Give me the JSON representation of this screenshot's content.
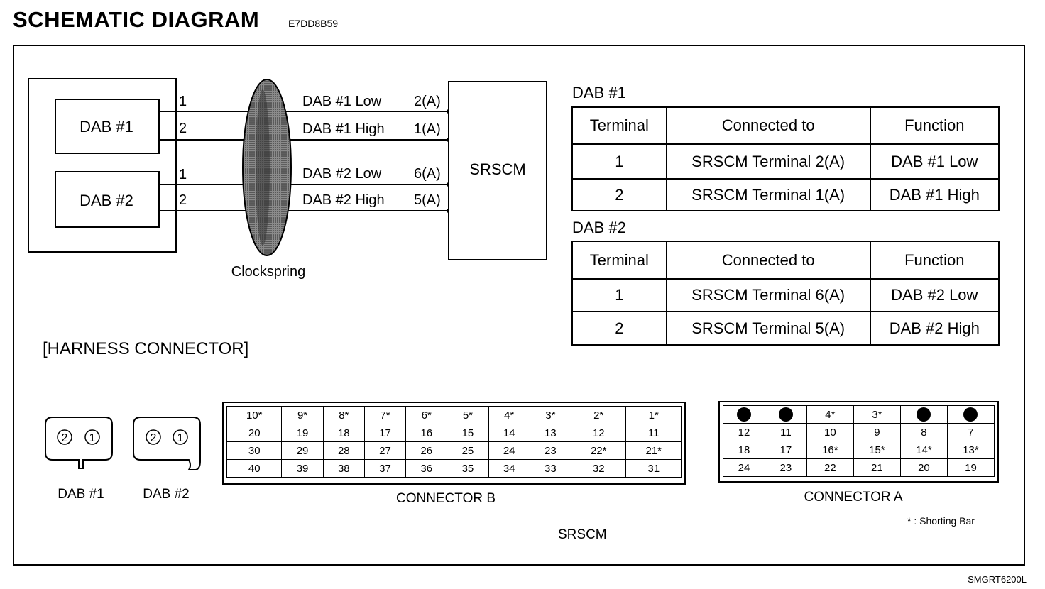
{
  "page": {
    "title": "SCHEMATIC DIAGRAM",
    "doc_code": "E7DD8B59",
    "figure_code": "SMGRT6200L"
  },
  "schematic": {
    "dab1_label": "DAB #1",
    "dab2_label": "DAB #2",
    "dab1_pin1": "1",
    "dab1_pin2": "2",
    "dab2_pin1": "1",
    "dab2_pin2": "2",
    "clockspring_label": "Clockspring",
    "module_label": "SRSCM",
    "wires": [
      {
        "name": "DAB #1 Low",
        "terminal": "2(A)"
      },
      {
        "name": "DAB #1 High",
        "terminal": "1(A)"
      },
      {
        "name": "DAB #2 Low",
        "terminal": "6(A)"
      },
      {
        "name": "DAB #2 High",
        "terminal": "5(A)"
      }
    ]
  },
  "tables": {
    "dab1": {
      "title": "DAB #1",
      "headers": [
        "Terminal",
        "Connected to",
        "Function"
      ],
      "rows": [
        [
          "1",
          "SRSCM Terminal 2(A)",
          "DAB #1 Low"
        ],
        [
          "2",
          "SRSCM Terminal 1(A)",
          "DAB #1 High"
        ]
      ]
    },
    "dab2": {
      "title": "DAB #2",
      "headers": [
        "Terminal",
        "Connected to",
        "Function"
      ],
      "rows": [
        [
          "1",
          "SRSCM Terminal 6(A)",
          "DAB #2 Low"
        ],
        [
          "2",
          "SRSCM Terminal 5(A)",
          "DAB #2 High"
        ]
      ]
    }
  },
  "harness": {
    "title": "[HARNESS CONNECTOR]",
    "dab1_connector": {
      "pins": [
        "2",
        "1"
      ],
      "label": "DAB #1"
    },
    "dab2_connector": {
      "pins": [
        "2",
        "1"
      ],
      "label": "DAB #2"
    },
    "connector_b": {
      "label": "CONNECTOR B",
      "rows": [
        [
          "10*",
          "9*",
          "8*",
          "7*",
          "6*",
          "5*",
          "4*",
          "3*",
          "2*",
          "1*"
        ],
        [
          "20",
          "19",
          "18",
          "17",
          "16",
          "15",
          "14",
          "13",
          "12",
          "11"
        ],
        [
          "30",
          "29",
          "28",
          "27",
          "26",
          "25",
          "24",
          "23",
          "22*",
          "21*"
        ],
        [
          "40",
          "39",
          "38",
          "37",
          "36",
          "35",
          "34",
          "33",
          "32",
          "31"
        ]
      ]
    },
    "connector_a": {
      "label": "CONNECTOR A",
      "rows": [
        [
          "●",
          "●",
          "4*",
          "3*",
          "●",
          "●"
        ],
        [
          "12",
          "11",
          "10",
          "9",
          "8",
          "7"
        ],
        [
          "18",
          "17",
          "16*",
          "15*",
          "14*",
          "13*"
        ],
        [
          "24",
          "23",
          "22",
          "21",
          "20",
          "19"
        ]
      ]
    },
    "shorting_note": "* : Shorting Bar",
    "module_label": "SRSCM"
  }
}
